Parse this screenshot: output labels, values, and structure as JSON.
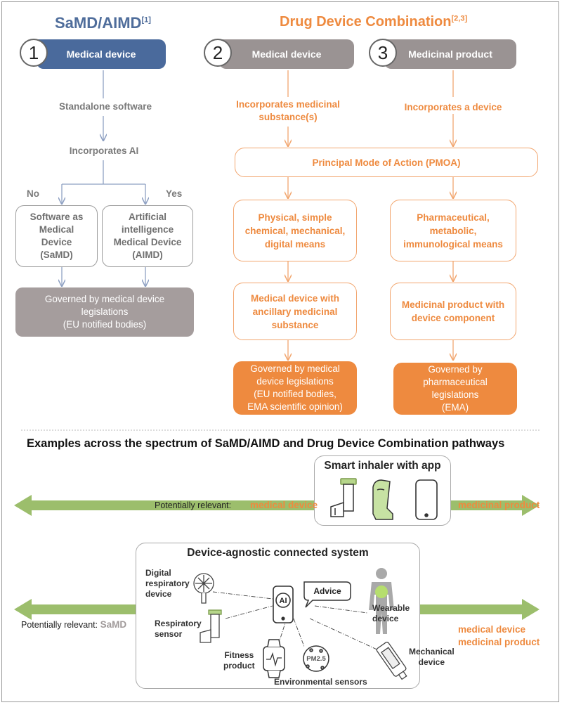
{
  "header": {
    "left_title": "SaMD/AIMD",
    "left_ref": "[1]",
    "right_title": "Drug Device Combination",
    "right_ref": "[2,3]"
  },
  "samd": {
    "num": "1",
    "tab": "Medical device",
    "step1": "Standalone software",
    "step2": "Incorporates AI",
    "no": "No",
    "yes": "Yes",
    "box_samd": [
      "Software as",
      "Medical",
      "Device",
      "(SaMD)"
    ],
    "box_aimd": [
      "Artificial",
      "intelligence",
      "Medical Device",
      "(AIMD)"
    ],
    "governed": [
      "Governed by medical device",
      "legislations",
      "(EU notified bodies)"
    ]
  },
  "ddc": {
    "num2": "2",
    "tab2": "Medical device",
    "num3": "3",
    "tab3": "Medicinal product",
    "inc_sub": [
      "Incorporates medicinal",
      "substance(s)"
    ],
    "inc_dev": "Incorporates a device",
    "pmoa": "Principal  Mode of Action (PMOA)",
    "physical": [
      "Physical,  simple",
      "chemical, mechanical,",
      "digital means"
    ],
    "pharma": [
      "Pharmaceutical,",
      "metabolic,",
      "immunological means"
    ],
    "md_ancillary": [
      "Medical device with",
      "ancillary medicinal",
      "substance"
    ],
    "mp_device": [
      "Medicinal product with",
      "device component"
    ],
    "gov_md": [
      "Governed by medical",
      "device legislations",
      "(EU notified bodies,",
      "EMA scientific opinion)"
    ],
    "gov_ph": [
      "Governed by",
      "pharmaceutical",
      "legislations",
      "(EMA)"
    ]
  },
  "examples": {
    "heading": "Examples across the spectrum of SaMD/AIMD and Drug Device Combination pathways",
    "inhaler_title": "Smart inhaler with app",
    "rel_label": "Potentially relevant:",
    "rel1_value": "medical device",
    "rel1_right": "medicinal product",
    "system_title": "Device-agnostic connected system",
    "rel2_value": "SaMD",
    "rel2_right": [
      "medical device",
      "medicinal product"
    ],
    "labels": {
      "digital": [
        "Digital",
        "respiratory",
        "device"
      ],
      "resp_sensor": [
        "Respiratory",
        "sensor"
      ],
      "fitness": [
        "Fitness",
        "product"
      ],
      "env": "Environmental sensors",
      "wearable": [
        "Wearable",
        "device"
      ],
      "mechanical": [
        "Mechanical",
        "device"
      ],
      "ai": "AI",
      "advice": "Advice",
      "pm": "PM2.5"
    }
  },
  "colors": {
    "blue": "#4a6a9c",
    "orange": "#ee8a3f",
    "grey": "#9a9393",
    "green_arrow": "#9cbe6c"
  }
}
